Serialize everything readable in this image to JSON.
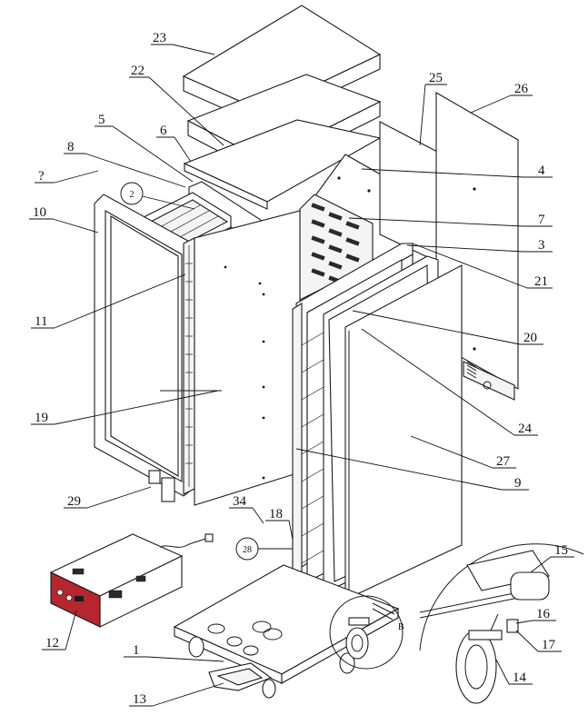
{
  "callouts": {
    "c23": "23",
    "c22": "22",
    "c25": "25",
    "c26": "26",
    "c5": "5",
    "c6": "6",
    "c8": "8",
    "c4": "4",
    "cq": "?",
    "c2": "2",
    "c10": "10",
    "c7": "7",
    "c3": "3",
    "c21": "21",
    "c11": "11",
    "c20": "20",
    "c19": "19",
    "c24": "24",
    "c27": "27",
    "c29": "29",
    "c9": "9",
    "c34": "34",
    "c18": "18",
    "c28": "28",
    "c15": "15",
    "c12": "12",
    "c16": "16",
    "c17": "17",
    "c1": "1",
    "c14": "14",
    "c13": "13",
    "detail_b": "B"
  },
  "colors": {
    "control_panel": "#b5262e",
    "line": "#1a1a1a"
  }
}
